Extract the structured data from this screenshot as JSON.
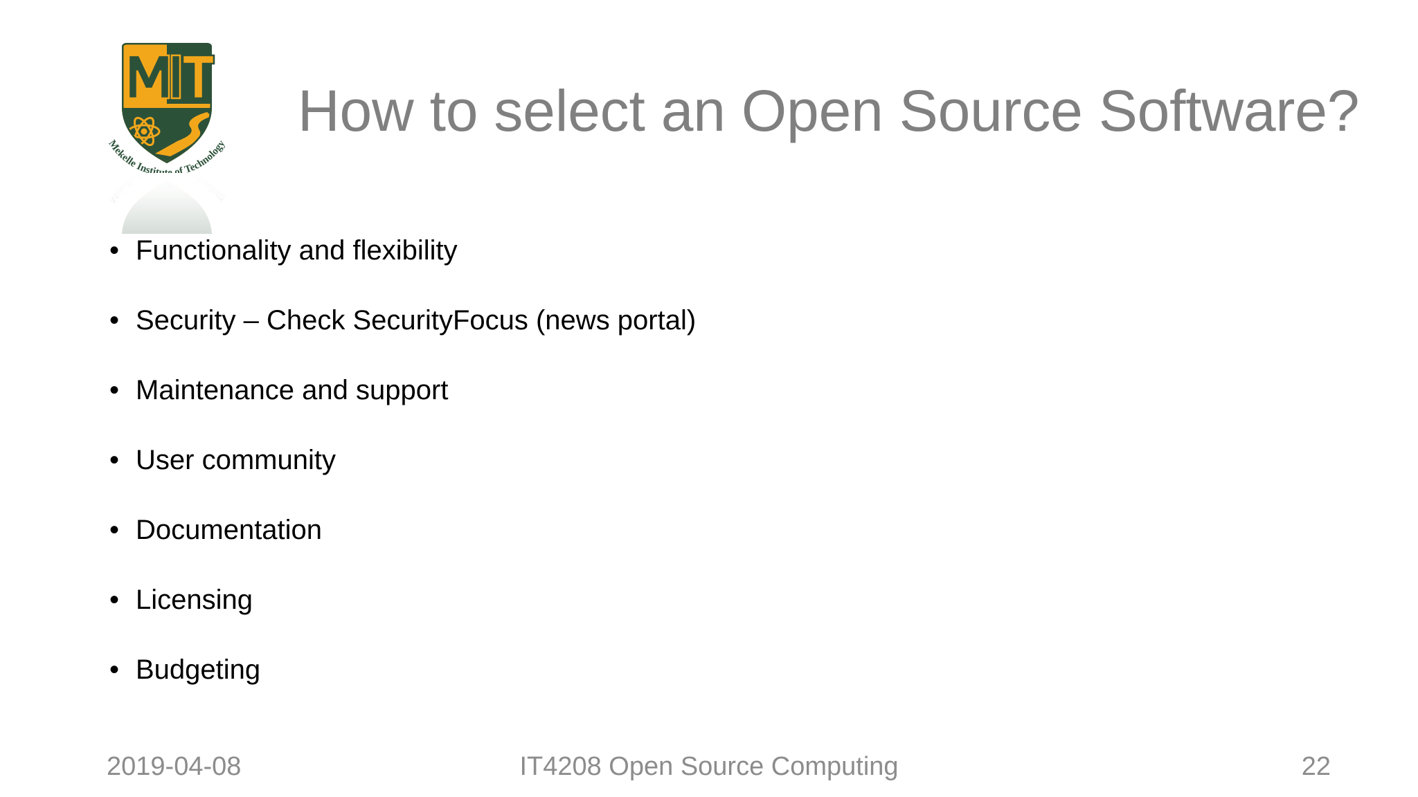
{
  "slide": {
    "title": "How to select an Open Source Software?",
    "title_color": "#808080",
    "background_color": "#ffffff",
    "body_text_color": "#000000",
    "bullet_glyph": "•",
    "bullets": [
      {
        "label": "Functionality and flexibility"
      },
      {
        "label": "Security – Check SecurityFocus (news portal)"
      },
      {
        "label": "Maintenance and support"
      },
      {
        "label": "User community"
      },
      {
        "label": "Documentation"
      },
      {
        "label": "Licensing"
      },
      {
        "label": "Budgeting"
      }
    ]
  },
  "logo": {
    "name": "mekelle-institute-of-technology-logo",
    "monogram": "MIT",
    "monogram_left": "MI",
    "monogram_right": "T",
    "curved_text": "Mekelle Institute of Technology",
    "colors": {
      "green": "#2c5139",
      "gold": "#f2a71b",
      "gold_light": "#fbbf30"
    }
  },
  "footer": {
    "date": "2019-04-08",
    "course": "IT4208 Open Source Computing",
    "page_number": "22",
    "text_color": "#8c8c8c"
  }
}
